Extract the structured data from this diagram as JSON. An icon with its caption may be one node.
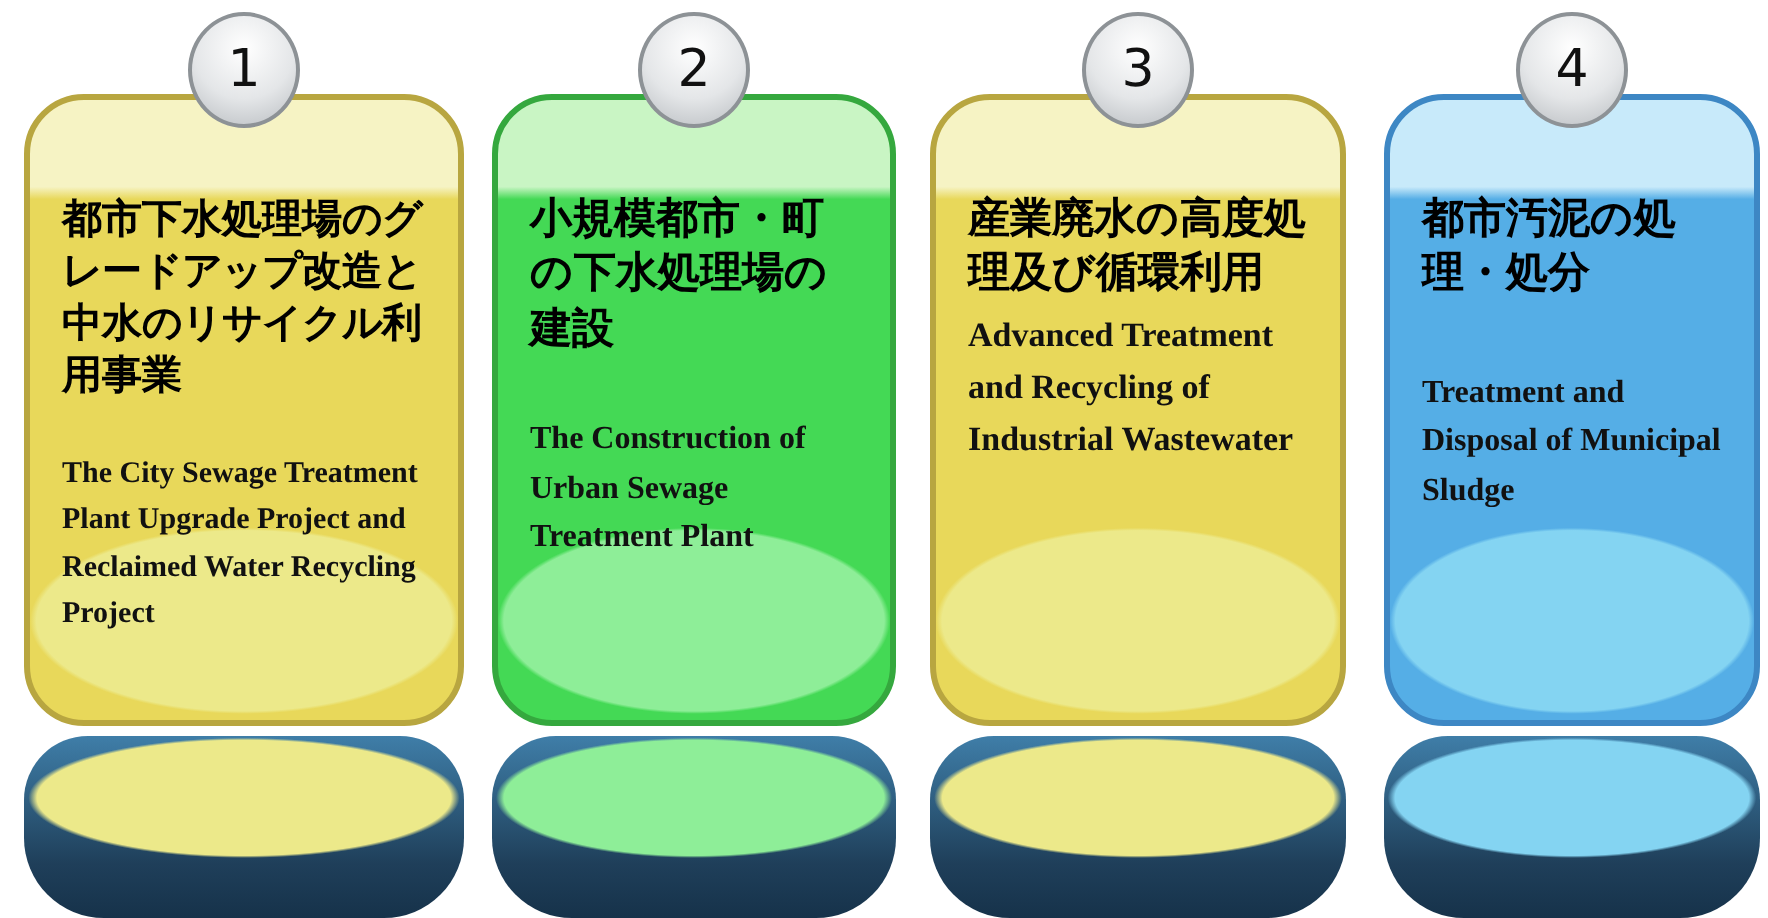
{
  "diagram": {
    "nodes": [
      {
        "text": [
          "1"
        ]
      },
      {
        "text": [
          "都市下水処理場のグレードアップ改造と中水のリサイクル利用事業",
          "The City Sewage Treatment Plant Upgrade Project and Reclaimed Water Recycling Project"
        ]
      },
      {
        "text": [
          "2"
        ]
      },
      {
        "text": [
          "小規模都市・町の下水処理場の建設",
          "The Construction of Urban Sewage Treatment Plant"
        ]
      },
      {
        "text": [
          "3"
        ]
      },
      {
        "text": [
          "産業廃水の高度処理及び循環利用",
          "Advanced Treatment and Recycling of Industrial Wastewater"
        ]
      },
      {
        "text": [
          "4"
        ]
      },
      {
        "text": [
          "都市汚泥の処理・処分",
          "Treatment and Disposal of Municipal Sludge"
        ]
      },
      {
        "text": [],
        "shape": "box"
      },
      {
        "text": [],
        "shape": "box"
      },
      {
        "text": [],
        "shape": "box"
      },
      {
        "text": [],
        "shape": "box"
      }
    ]
  }
}
